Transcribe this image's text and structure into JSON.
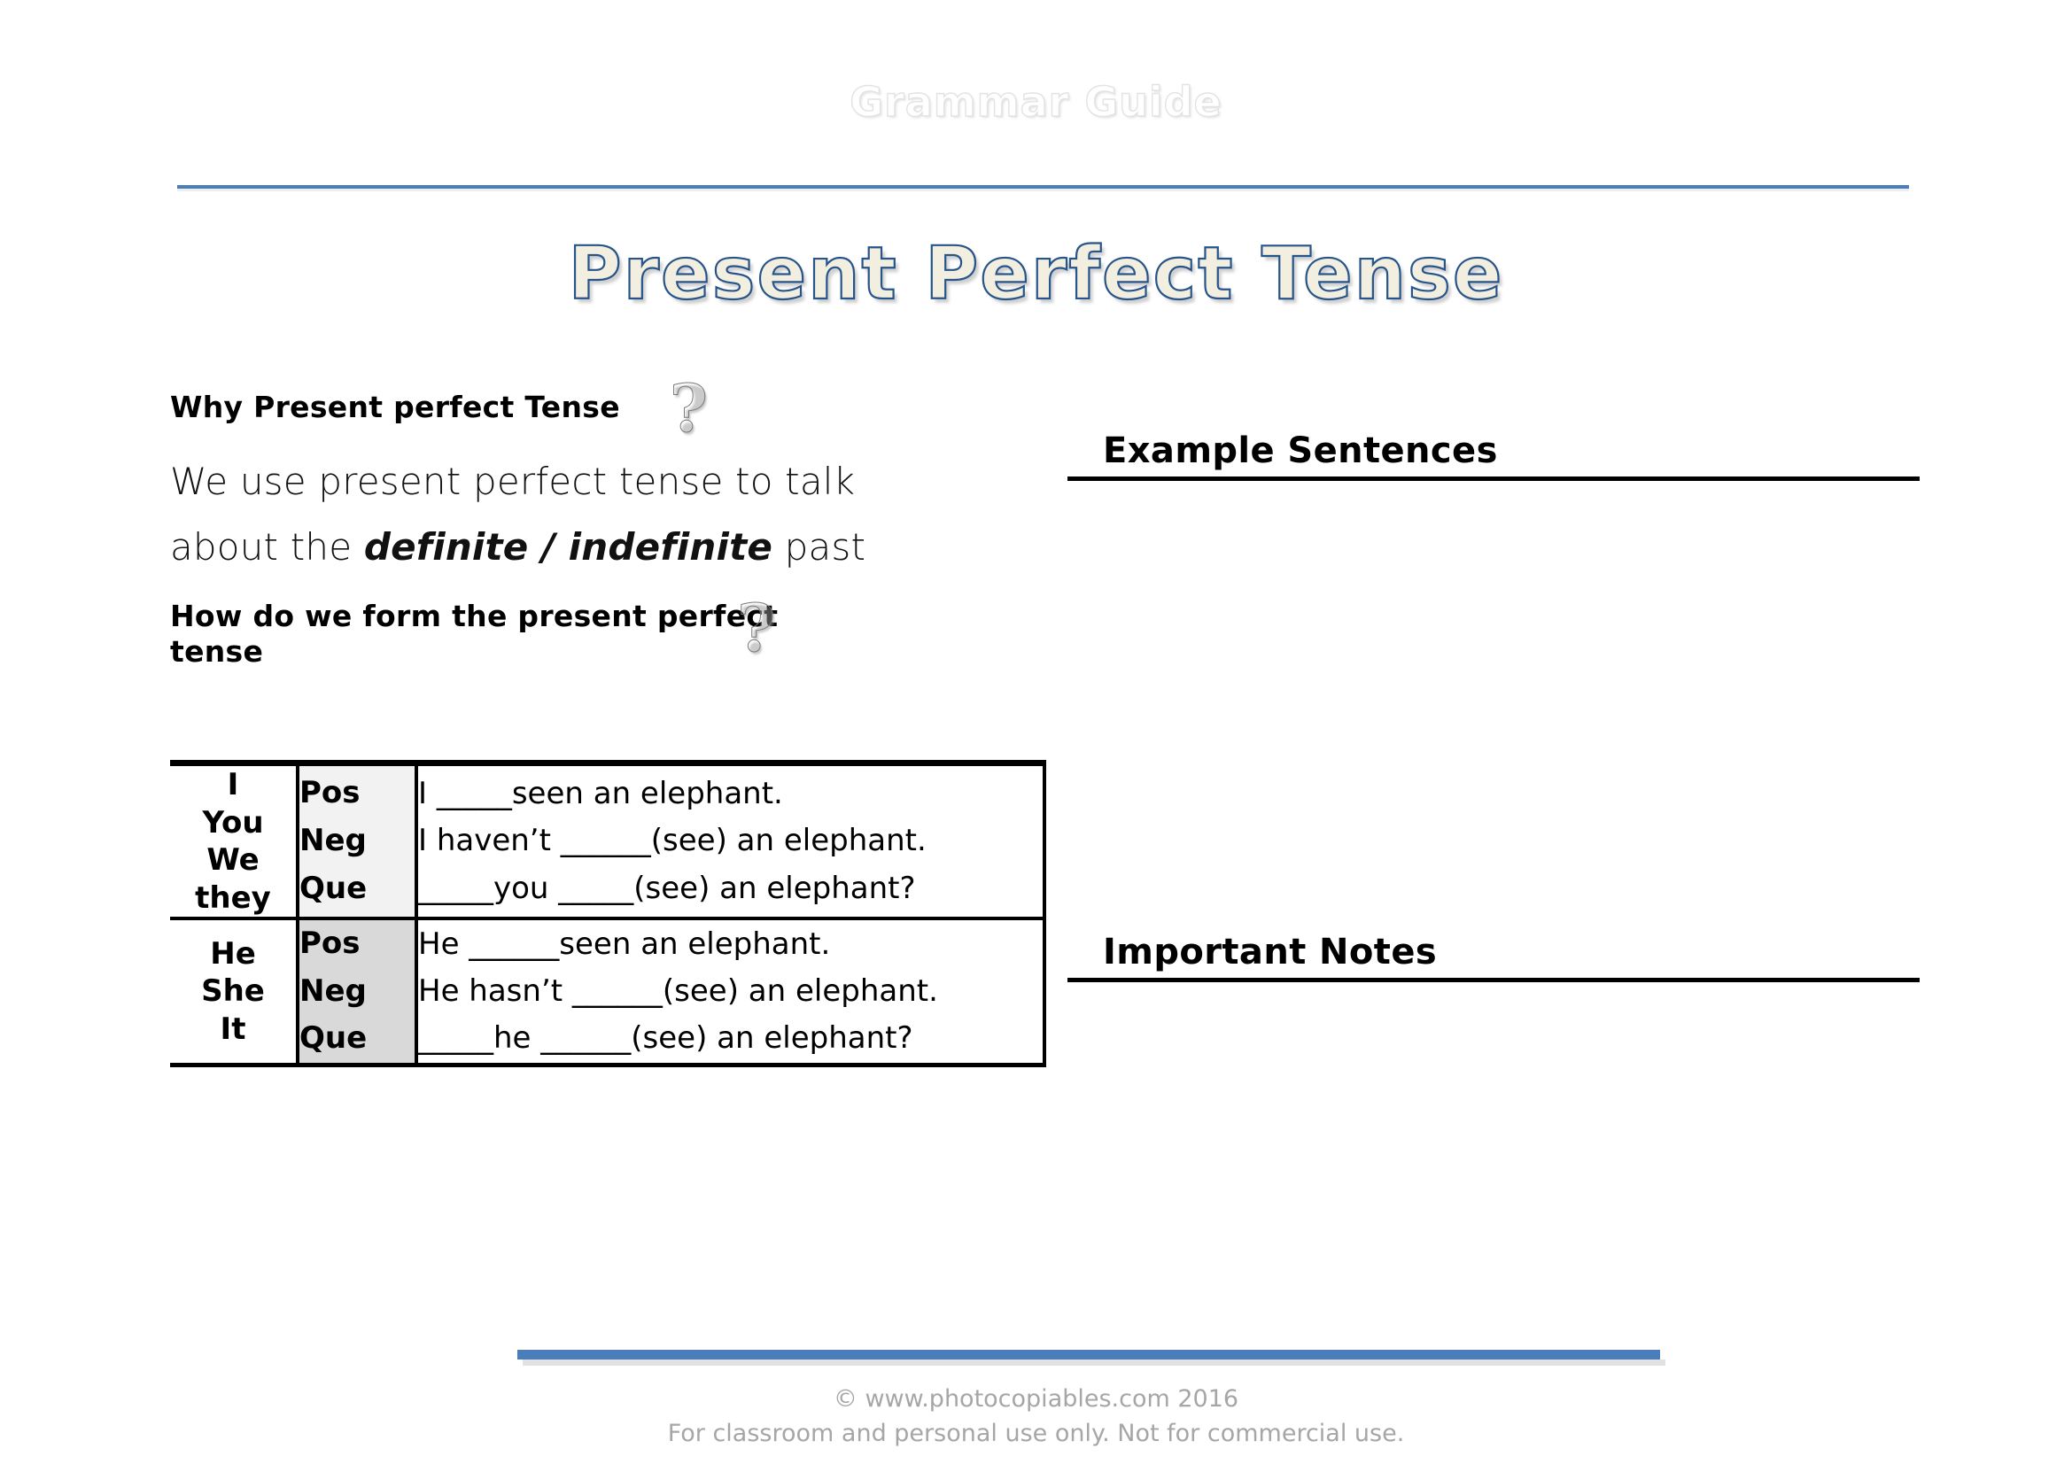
{
  "header": {
    "guide_label": "Grammar Guide"
  },
  "title": "Present Perfect Tense",
  "left": {
    "why_heading": "Why Present perfect Tense",
    "why_icon": "question-mark-icon",
    "intro_line_1": "We use present perfect tense to talk",
    "intro_line_2_pre": "about the ",
    "intro_line_2_bold": "definite / indefinite",
    "intro_line_2_post": " past",
    "how_heading": "How do we form the present perfect tense",
    "how_icon": "question-mark-icon"
  },
  "table": {
    "rows": [
      {
        "pronouns": [
          "I",
          "You",
          "We",
          "they"
        ],
        "types": [
          "Pos",
          "Neg",
          "Que"
        ],
        "sentences": [
          "I _____seen an elephant.",
          "I haven’t ______(see) an elephant.",
          "_____you _____(see) an elephant?"
        ]
      },
      {
        "pronouns": [
          "He",
          "She",
          "It"
        ],
        "types": [
          "Pos",
          "Neg",
          "Que"
        ],
        "sentences": [
          "He ______seen an elephant.",
          "He hasn’t ______(see) an elephant.",
          "_____he ______(see) an elephant?"
        ]
      }
    ]
  },
  "right": {
    "example_heading": "Example Sentences",
    "notes_heading": "Important Notes"
  },
  "footer": {
    "copyright": "© www.photocopiables.com   2016",
    "usage": "For classroom and personal use only. Not for commercial use."
  },
  "colors": {
    "accent_blue": "#4a7ebb",
    "title_fill": "#f3efe0",
    "title_outline": "#27548a",
    "row1_tint": "#f2f2f2",
    "row2_tint": "#d9d9d9",
    "footer_text": "#a6a6a6"
  }
}
